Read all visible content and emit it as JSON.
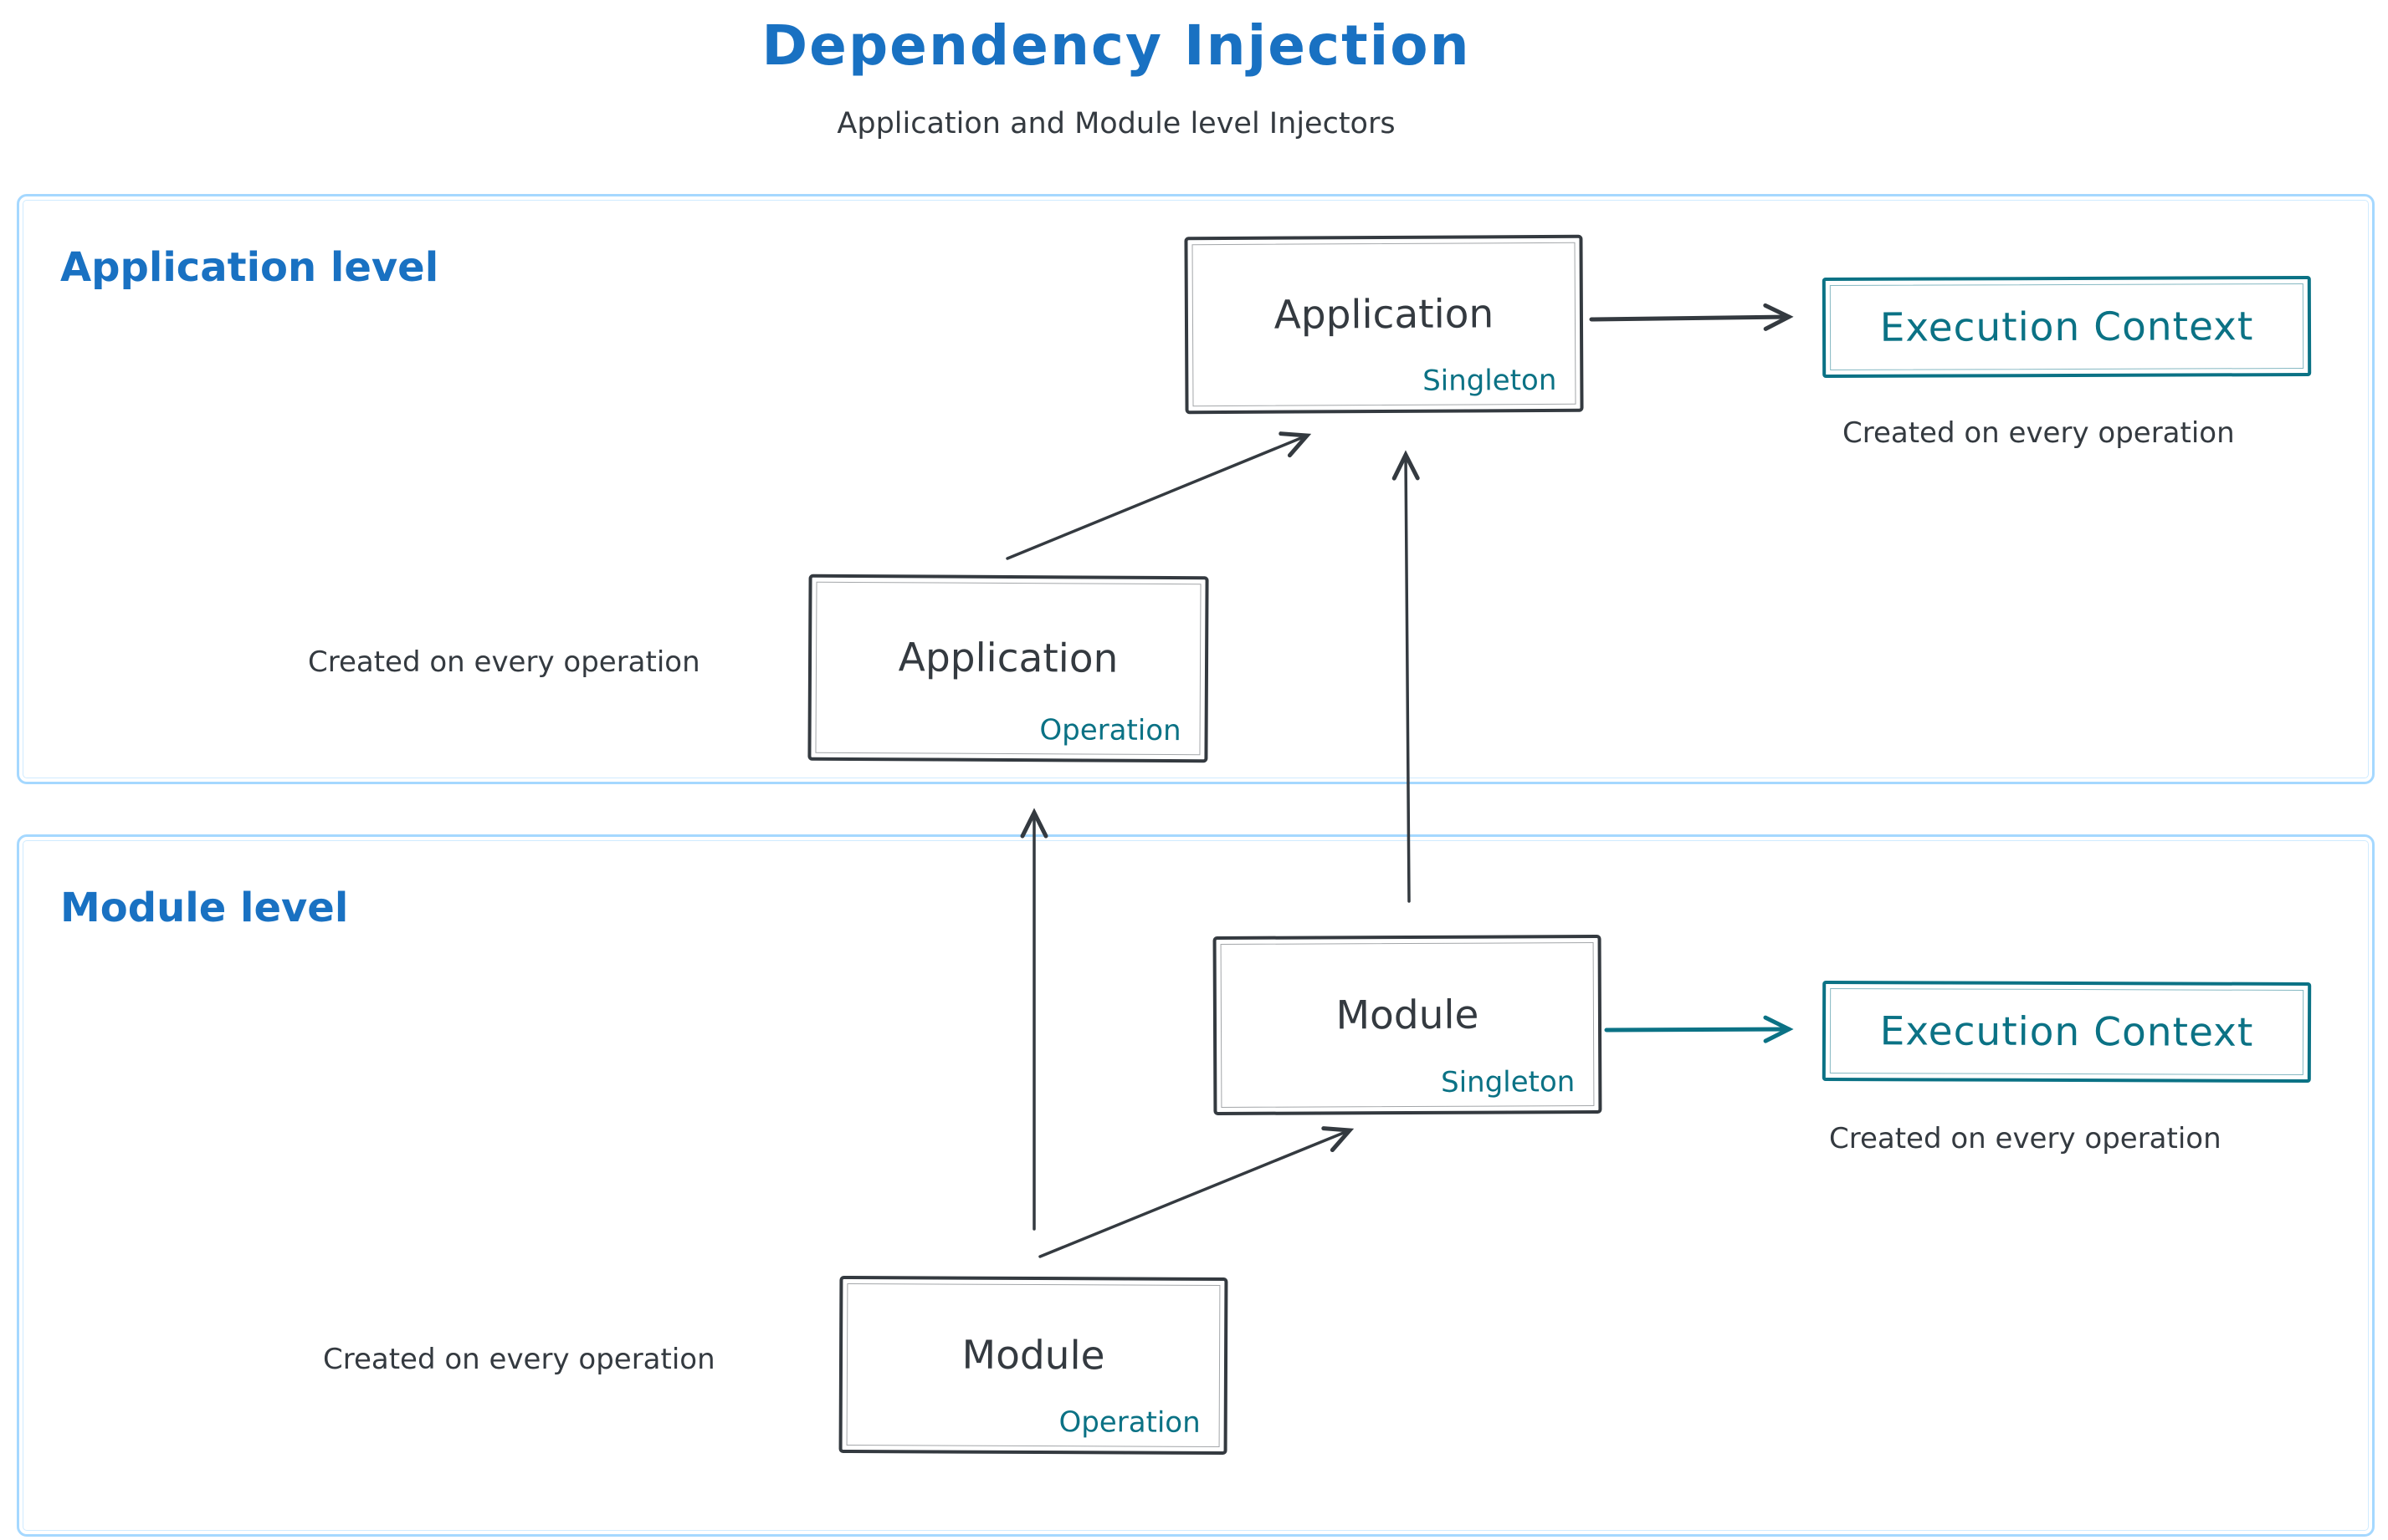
{
  "title": "Dependency Injection",
  "subtitle": "Application and Module level Injectors",
  "colors": {
    "heading_blue": "#1971c2",
    "stroke_dark": "#343a40",
    "teal": "#0b7285",
    "container_border": "#a5d8ff"
  },
  "sections": {
    "application": {
      "label": "Application level",
      "singleton_box": {
        "title": "Application",
        "tag": "Singleton"
      },
      "operation_box": {
        "title": "Application",
        "tag": "Operation"
      },
      "operation_caption": "Created on every operation",
      "execution_context": {
        "label": "Execution Context",
        "caption": "Created on every operation"
      }
    },
    "module": {
      "label": "Module level",
      "singleton_box": {
        "title": "Module",
        "tag": "Singleton"
      },
      "operation_box": {
        "title": "Module",
        "tag": "Operation"
      },
      "operation_caption": "Created on every operation",
      "execution_context": {
        "label": "Execution Context",
        "caption": "Created on every operation"
      }
    }
  }
}
